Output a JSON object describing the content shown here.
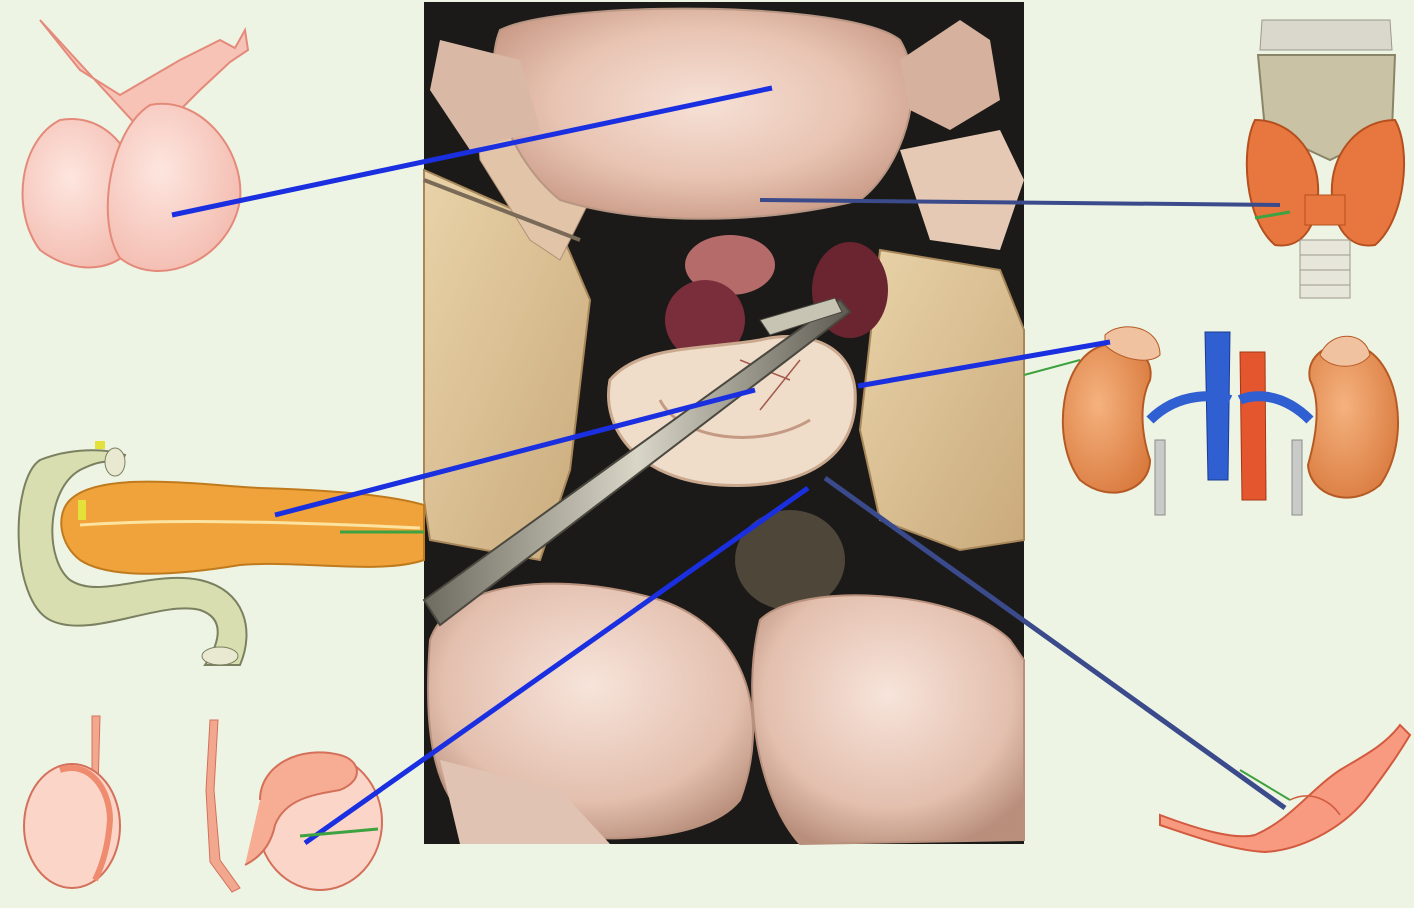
{
  "diagram": {
    "subject": "frog-dissection-endocrine-glands",
    "background_color": "#eef4e4",
    "photo": {
      "name": "dissected-frog-photo"
    },
    "glands": [
      {
        "id": "pituitary",
        "icon": "pituitary-gland-icon",
        "color": "#f7c9c0"
      },
      {
        "id": "thyroid",
        "icon": "thyroid-gland-icon",
        "color": "#e8773f"
      },
      {
        "id": "pancreas",
        "icon": "pancreas-icon",
        "color": "#f0a33a"
      },
      {
        "id": "adrenal-kidney",
        "icon": "kidney-adrenal-icon",
        "color": "#e8905a"
      },
      {
        "id": "testes",
        "icon": "testis-icon",
        "color": "#fad5c8"
      },
      {
        "id": "ovary",
        "icon": "ovary-icon",
        "color": "#f79a80"
      }
    ],
    "leader_line_colors": {
      "primary": "#1a2fe0",
      "secondary": "#3a4a8a"
    }
  }
}
